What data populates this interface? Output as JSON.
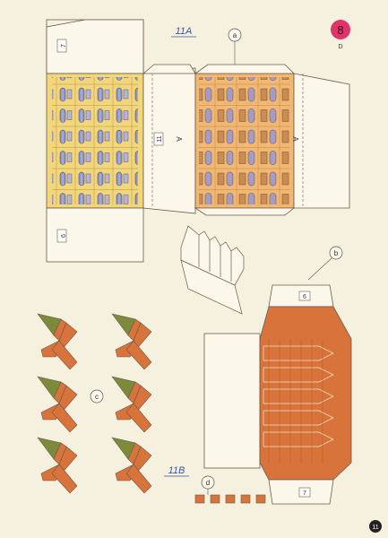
{
  "sheet": {
    "number_badge": "8",
    "series_letter": "D",
    "page_number": "11"
  },
  "model_labels": {
    "part_11a": "11A",
    "part_11b": "11B"
  },
  "callouts": {
    "a": "a",
    "b": "b",
    "c": "c",
    "d": "d"
  },
  "tab_numbers": {
    "sheet_a_top": "7",
    "sheet_a_bottom": "6",
    "sheet_a_flap_mid": "11",
    "sheet_a_mark_left": "A",
    "sheet_a_mark_right": "A",
    "roof_b_top": "6",
    "roof_b_bottom": "7"
  },
  "colors": {
    "paper": "#f6f1df",
    "facade_yellow": "#f2d67a",
    "facade_orange": "#f0b873",
    "roof_brick": "#d7733b",
    "roof_brick_dark": "#b9582a",
    "gable_green": "#7d8a3a",
    "badge_pink": "#e0336b",
    "window_blue": "#8f96c9",
    "line": "#6b5a4a"
  }
}
